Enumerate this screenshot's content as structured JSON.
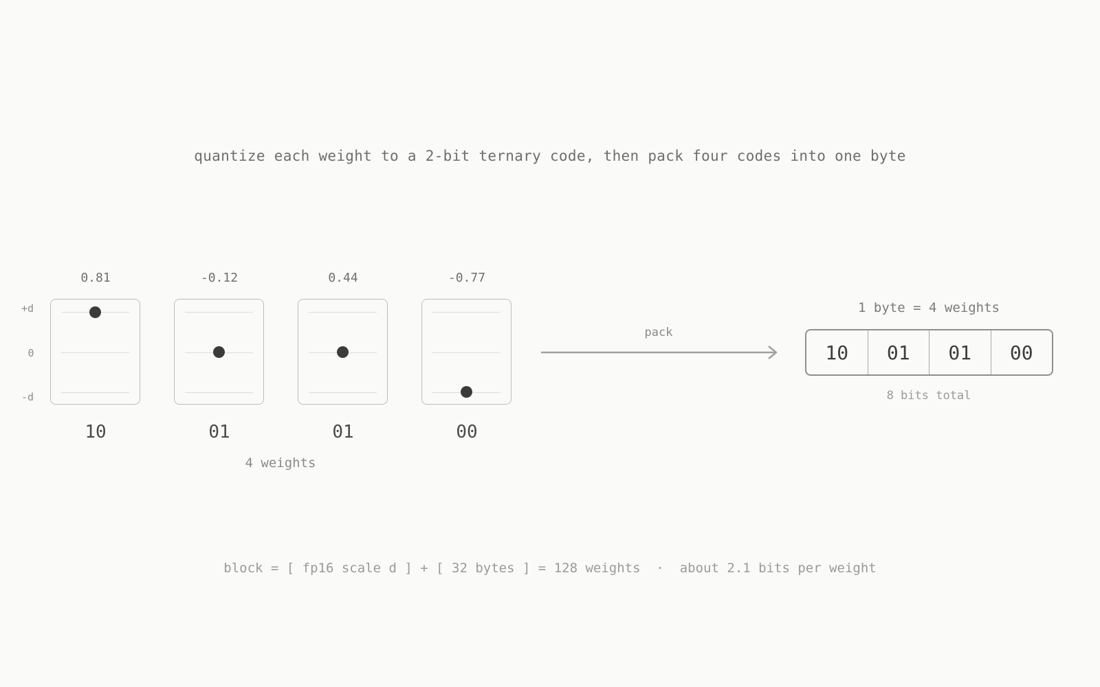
{
  "title": "quantize each weight to a 2-bit ternary code, then pack four codes into one byte",
  "axis": {
    "top": "+d",
    "middle": "0",
    "bottom": "-d"
  },
  "weights": [
    {
      "value": "0.81",
      "code": "10",
      "level": 1
    },
    {
      "value": "-0.12",
      "code": "01",
      "level": 0
    },
    {
      "value": "0.44",
      "code": "01",
      "level": 0
    },
    {
      "value": "-0.77",
      "code": "00",
      "level": -1
    }
  ],
  "weights_caption": "4 weights",
  "pack_label": "pack",
  "byte": {
    "header": "1 byte = 4 weights",
    "cells": [
      "10",
      "01",
      "01",
      "00"
    ],
    "footer": "8 bits total"
  },
  "footer": "block = [ fp16 scale d ] + [ 32 bytes ] = 128 weights  ·  about 2.1 bits per weight",
  "colors": {
    "background": "#fafaf8",
    "dot": "#3b3b3b",
    "arrow": "#a0a0a0"
  }
}
